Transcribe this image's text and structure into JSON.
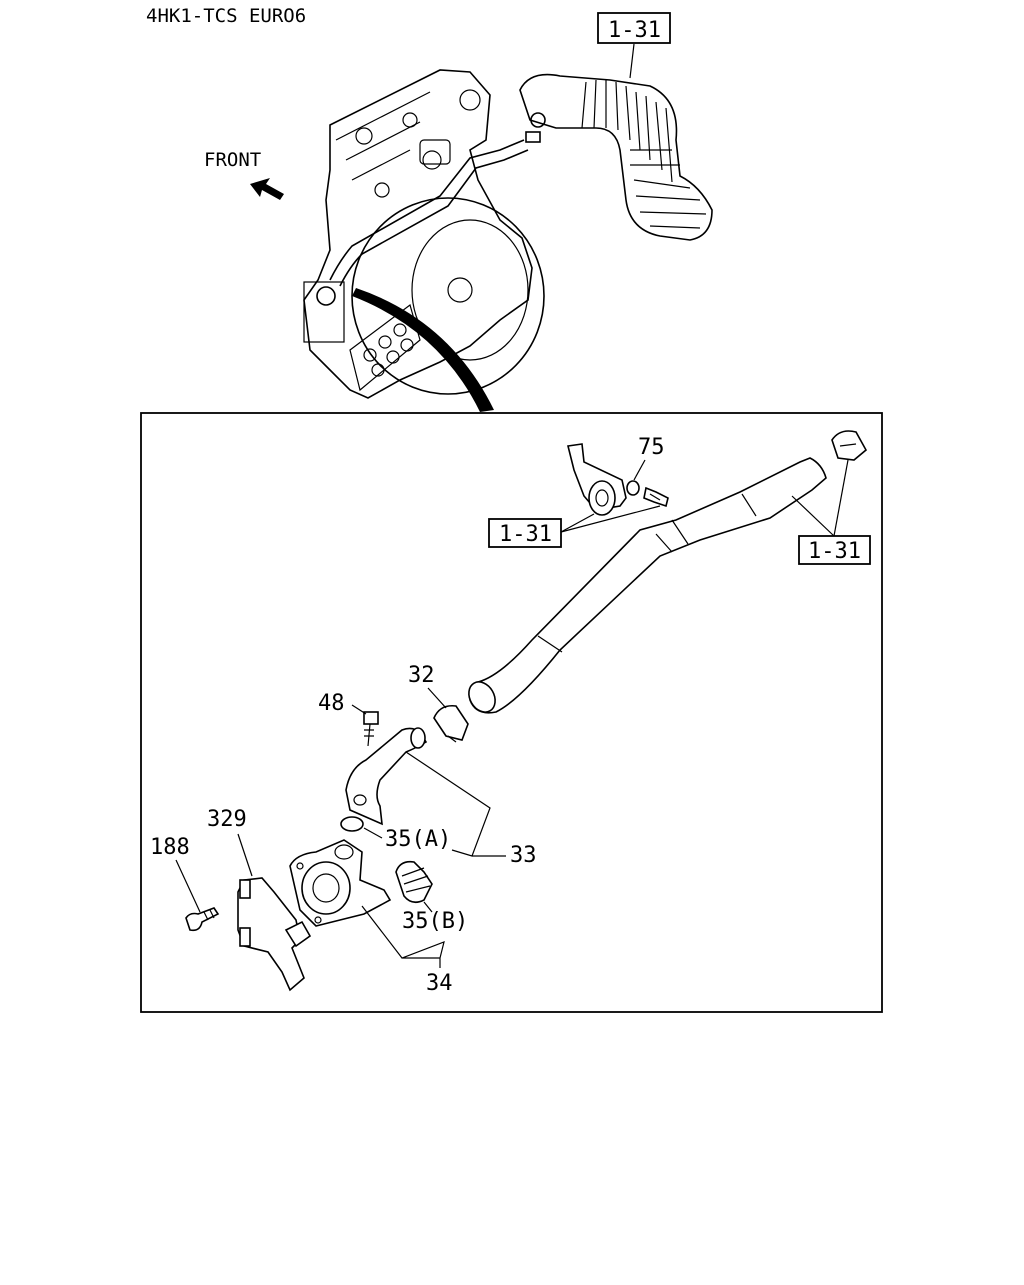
{
  "header": {
    "model": "4HK1-TCS EURO6"
  },
  "overview": {
    "front_label": "FRONT",
    "ref_box": "1-31"
  },
  "detail": {
    "labels": {
      "p75": "75",
      "p32": "32",
      "p48": "48",
      "p33": "33",
      "p35a": "35(A)",
      "p35b": "35(B)",
      "p34": "34",
      "p329": "329",
      "p188": "188"
    },
    "ref_boxes": [
      "1-31",
      "1-31"
    ]
  }
}
